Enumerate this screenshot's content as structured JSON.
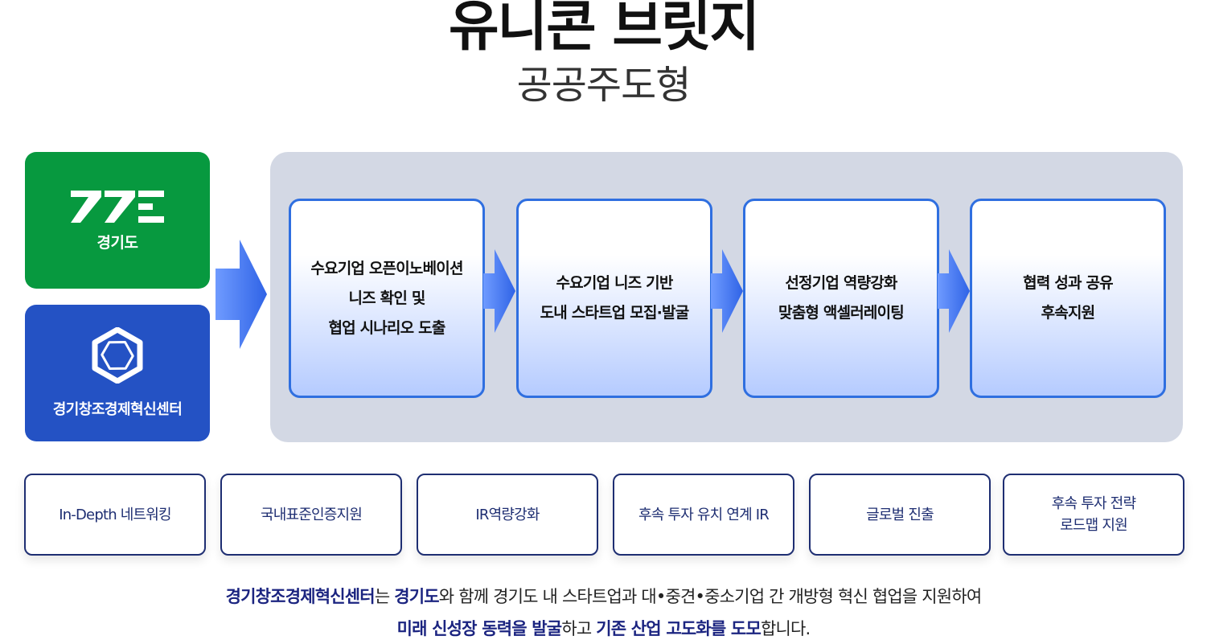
{
  "header": {
    "title": "유니콘 브릿지",
    "subtitle": "공공주도형"
  },
  "organizations": [
    {
      "name": "경기도",
      "icon": "gyeonggi-logo-icon",
      "color": "#07993f"
    },
    {
      "name": "경기창조경제혁신센터",
      "icon": "ccei-hexagon-logo-icon",
      "color": "#2452c4"
    }
  ],
  "process_steps": [
    {
      "lines": [
        "수요기업 오픈이노베이션",
        "니즈 확인 및",
        "협업 시나리오 도출"
      ]
    },
    {
      "lines": [
        "수요기업 니즈 기반",
        "도내 스타트업 모집·발굴"
      ]
    },
    {
      "lines": [
        "선정기업 역량강화",
        "맞춤형 액셀러레이팅"
      ]
    },
    {
      "lines": [
        "협력 성과 공유",
        "후속지원"
      ]
    }
  ],
  "programs": [
    {
      "lines": [
        "In-Depth 네트워킹"
      ]
    },
    {
      "lines": [
        "국내표준인증지원"
      ]
    },
    {
      "lines": [
        "IR역량강화"
      ]
    },
    {
      "lines": [
        "후속 투자 유치 연계 IR"
      ]
    },
    {
      "lines": [
        "글로벌 진출"
      ]
    },
    {
      "lines": [
        "후속 투자 전략",
        "로드맵 지원"
      ]
    }
  ],
  "description": {
    "line1": [
      {
        "text": "경기창조경제혁신센터",
        "bold": true
      },
      {
        "text": "는 ",
        "bold": false
      },
      {
        "text": "경기도",
        "bold": true
      },
      {
        "text": "와 함께 경기도 내 스타트업과 대•중견•중소기업 간 개방형 혁신 협업을 지원하여",
        "bold": false
      }
    ],
    "line2": [
      {
        "text": "미래 신성장 동력을 발굴",
        "bold": true
      },
      {
        "text": "하고 ",
        "bold": false
      },
      {
        "text": "기존 산업 고도화를 도모",
        "bold": true
      },
      {
        "text": "합니다.",
        "bold": false
      }
    ]
  },
  "colors": {
    "accent_blue": "#2f6fe0",
    "navy": "#1e2e72",
    "green": "#07993f",
    "panel": "#d3d8e4"
  }
}
